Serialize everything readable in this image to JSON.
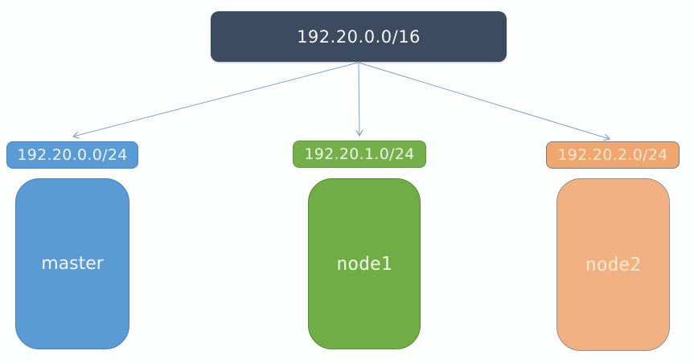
{
  "diagram": {
    "title_hint": "network-subnet-topology",
    "edge_color": "#7aa4d6",
    "root": {
      "cidr": "192.20.0.0/16",
      "fill": "#3c4b60",
      "text_color": "#f4f6f8"
    },
    "subnets": [
      {
        "cidr": "192.20.0.0/24",
        "node": "master",
        "label_fill": "#5b9bd5",
        "label_border": "#4584c4",
        "label_text_color": "#eef5fc",
        "node_fill": "#5b9bd5",
        "node_border": "#4a80b2",
        "node_text_color": "#f2f7fd"
      },
      {
        "cidr": "192.20.1.0/24",
        "node": "node1",
        "label_fill": "#73b04a",
        "label_border": "#5c9537",
        "label_text_color": "#f1f8ea",
        "node_fill": "#70ad47",
        "node_border": "#578c33",
        "node_text_color": "#effae4"
      },
      {
        "cidr": "192.20.2.0/24",
        "node": "node2",
        "label_fill": "#f0a76f",
        "label_border": "#6d7e8c",
        "label_text_color": "#f8e7cf",
        "node_fill": "#f2b183",
        "node_border": "#95908b",
        "node_text_color": "#faeacd"
      }
    ]
  }
}
